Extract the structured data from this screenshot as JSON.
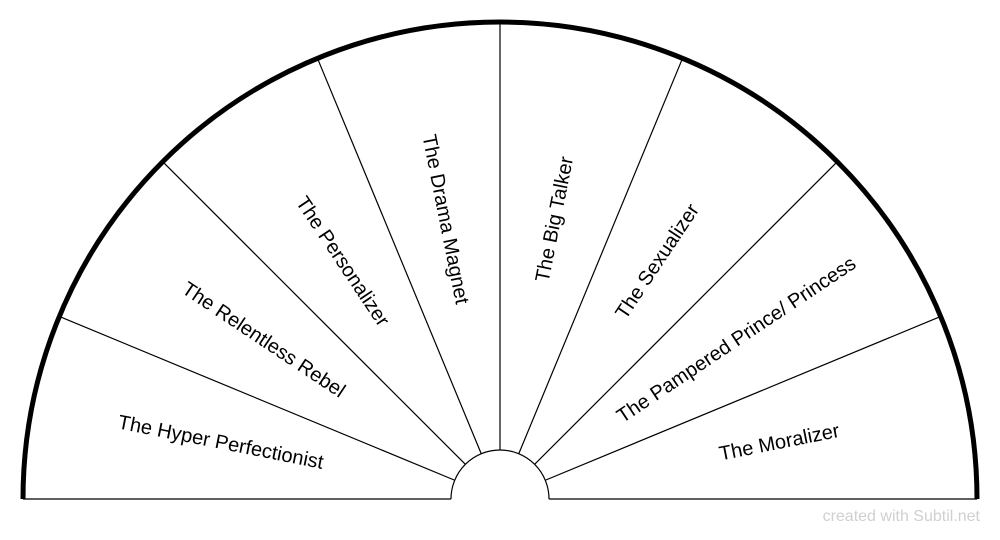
{
  "diagram": {
    "segments": [
      {
        "label": "The Hyper Perfectionist"
      },
      {
        "label": "The Relentless Rebel"
      },
      {
        "label": "The Personalizer"
      },
      {
        "label": "The Drama Magnet"
      },
      {
        "label": "The Big Talker"
      },
      {
        "label": "The Sexualizer"
      },
      {
        "label": "The Pampered Prince/ Princess"
      },
      {
        "label": "The Moralizer"
      }
    ]
  },
  "credit": "created with Subtil.net",
  "colors": {
    "stroke": "#000000",
    "fill": "#ffffff",
    "credit_text": "#d0d0d0"
  }
}
